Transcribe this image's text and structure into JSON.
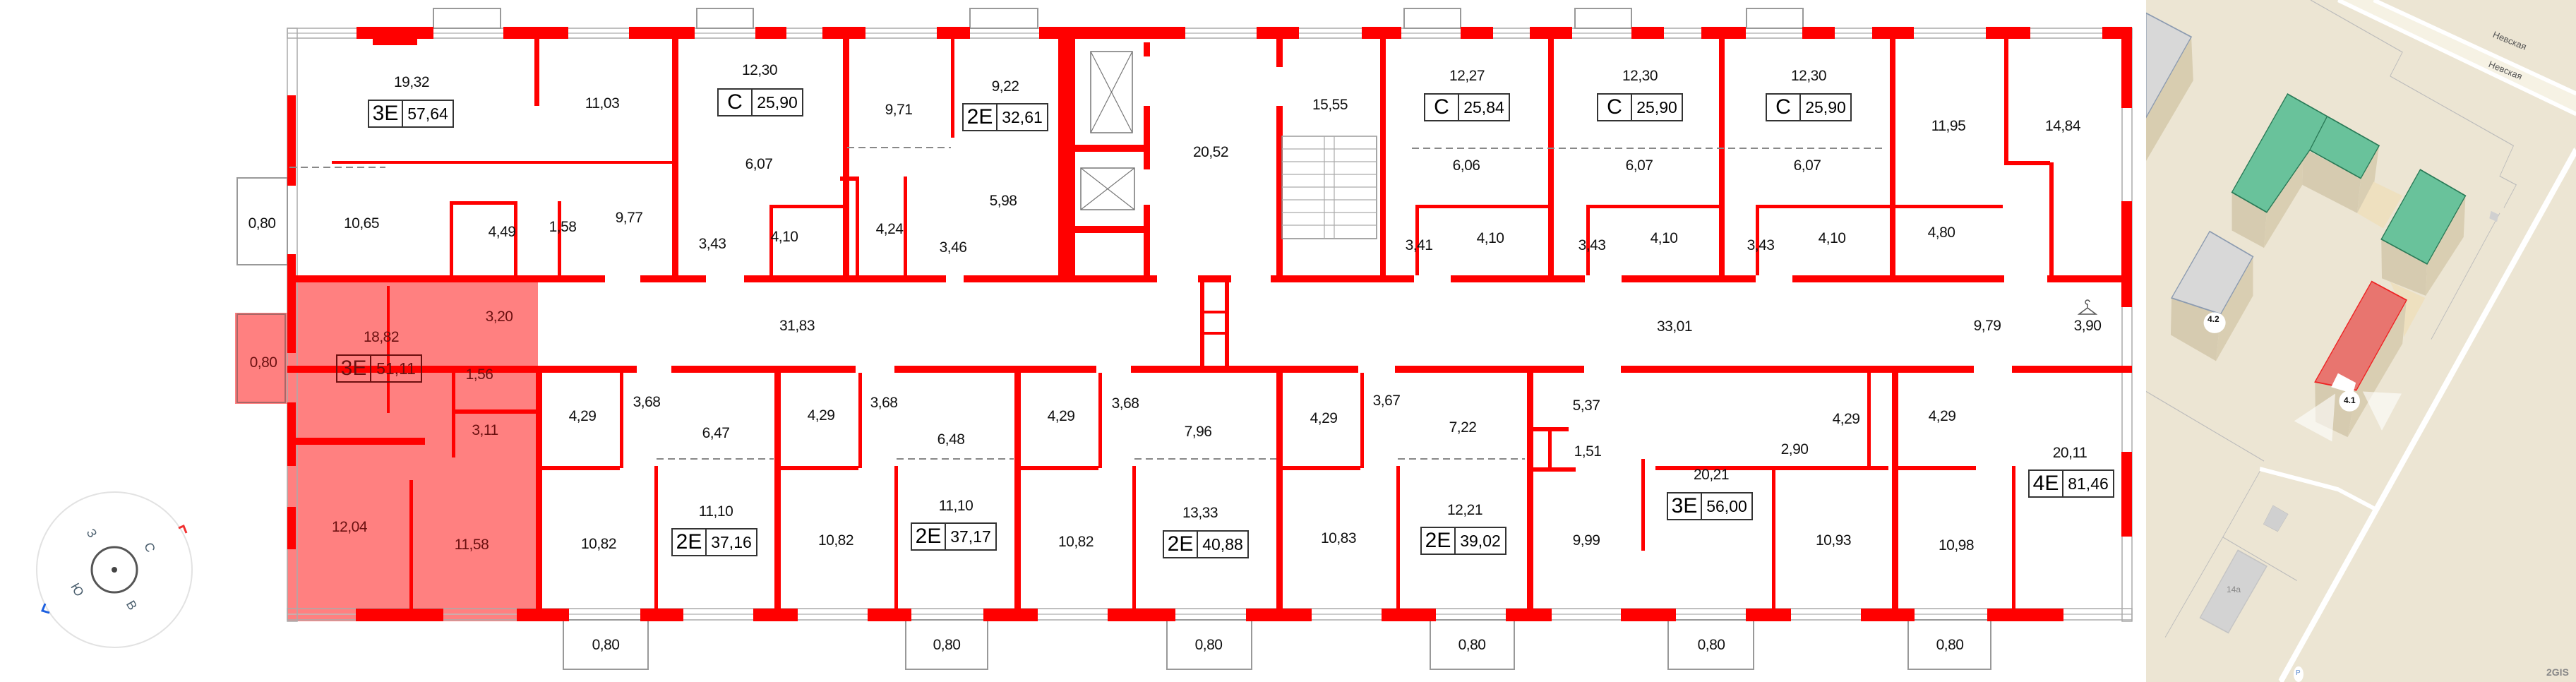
{
  "plan": {
    "wall_color": "#ff0000",
    "highlight_color": "#ff8080",
    "rooms": [
      "19,32",
      "11,03",
      "0,80",
      "10,65",
      "4,49",
      "1,58",
      "9,77",
      "12,30",
      "6,07",
      "3,43",
      "4,10",
      "9,71",
      "4,24",
      "9,22",
      "5,98",
      "3,46",
      "20,52",
      "15,55",
      "12,27",
      "6,06",
      "3,41",
      "4,10",
      "12,30",
      "6,07",
      "3,43",
      "4,10",
      "12,30",
      "6,07",
      "3,43",
      "4,10",
      "11,95",
      "14,84",
      "4,80",
      "31,83",
      "33,01",
      "9,79",
      "3,90",
      "3,20",
      "18,82",
      "0,80",
      "1,56",
      "3,11",
      "12,04",
      "11,58",
      "4,29",
      "3,68",
      "6,47",
      "11,10",
      "10,82",
      "4,29",
      "3,68",
      "6,48",
      "11,10",
      "10,82",
      "4,29",
      "3,68",
      "7,96",
      "13,33",
      "10,82",
      "4,29",
      "3,67",
      "10,83",
      "7,22",
      "12,21",
      "5,37",
      "1,51",
      "9,99",
      "20,21",
      "2,90",
      "4,29",
      "10,93",
      "4,29",
      "10,98",
      "20,11",
      "0,80",
      "0,80",
      "0,80",
      "0,80",
      "0,80",
      "0,80"
    ],
    "apartments": [
      {
        "type": "3E",
        "area": "57,64"
      },
      {
        "type": "C",
        "area": "25,90"
      },
      {
        "type": "2E",
        "area": "32,61"
      },
      {
        "type": "C",
        "area": "25,84"
      },
      {
        "type": "C",
        "area": "25,90"
      },
      {
        "type": "C",
        "area": "25,90"
      },
      {
        "type": "3E",
        "area": "51,11",
        "selected": true
      },
      {
        "type": "2E",
        "area": "37,16"
      },
      {
        "type": "2E",
        "area": "37,17"
      },
      {
        "type": "2E",
        "area": "40,88"
      },
      {
        "type": "2E",
        "area": "39,02"
      },
      {
        "type": "3E",
        "area": "56,00"
      },
      {
        "type": "4E",
        "area": "81,46"
      }
    ]
  },
  "compass": {
    "north": "С",
    "east": "В",
    "south": "Ю",
    "west": "З"
  },
  "map": {
    "street": "Невская",
    "current_building": "4.1",
    "other_building": "4.2",
    "nearby_building": "14а",
    "parking": "P",
    "logo": "2GIS",
    "colors": {
      "current": "#e8756f",
      "same_complex": "#69c29b",
      "other": "#d6d6d6",
      "ground": "#ece5d3"
    }
  }
}
